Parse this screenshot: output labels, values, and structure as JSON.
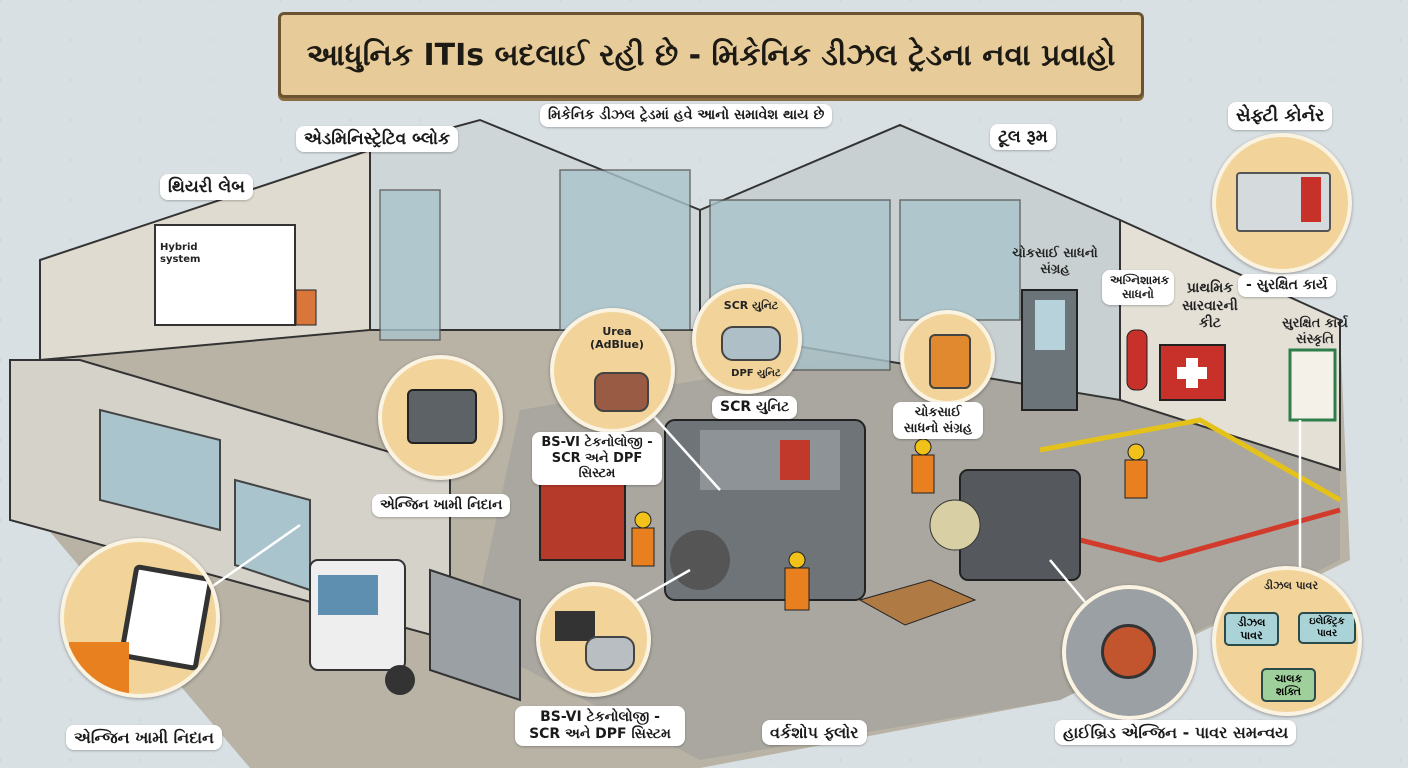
{
  "title": "આધુનિક ITIs બદલાઈ રહી છે - મિકેનિક ડીઝલ ટ્રેડના નવા પ્રવાહો",
  "labels": {
    "includes": "મિકેનિક ડીઝલ ટ્રેડમાં હવે આનો સમાવેશ થાય છે",
    "admin_block": "એડમિનિસ્ટ્રેટિવ બ્લોક",
    "tool_room": "ટૂલ રૂમ",
    "safety_corner": "સેફ્ટી કોર્નર",
    "theory_lab": "થિયરી લેબ",
    "precision_tools_wall": "ચોકસાઈ સાધનો સંગ્રહ",
    "fire_extinguisher": "અગ્નિશામક સાધનો",
    "first_aid": "પ્રાથમિક સારવારની કીટ",
    "safe_work": "- સુરક્ષિત કાર્ય",
    "safe_culture": "સુરક્ષિત કાર્ય સંસ્કૃતિ",
    "scr_unit": "SCR યુનિટ",
    "precision_tools": "ચોકસાઈ સાધનો સંગ્રહ",
    "bs6_top": "BS-VI ટેકનોલોજી - SCR અને DPF સિસ્ટમ",
    "bs6_bottom": "BS-VI ટેકનોલોજી - SCR અને DPF સિસ્ટમ",
    "engine_diag_top": "એન્જિન ખામી નિદાન",
    "engine_diag_bottom": "એન્જિન ખામી નિદાન",
    "workshop_floor": "વર્કશોપ ફ્લોર",
    "hybrid": "હાઈબ્રિડ એન્જિન - પાવર સમન્વય"
  },
  "callouts": {
    "urea": "Urea (AdBlue)",
    "scr_unit": "SCR યુનિટ",
    "dpf_unit": "DPF યુનિટ",
    "hybrid_screen": "Hybrid system"
  },
  "hybrid_diagram": {
    "top": "ડીઝલ પાવર",
    "left": "ડીઝલ પાવર",
    "right": "ઇલેક્ટ્રિક પાવર",
    "bottom": "ચાલક શક્તિ"
  },
  "colors": {
    "banner": "#e7cc9a",
    "callout": "#f2d49a",
    "floor": "#b9b3a6",
    "wall": "#dcd7cc",
    "yellow_line": "#e5c21a",
    "red_line": "#d23b2b"
  }
}
